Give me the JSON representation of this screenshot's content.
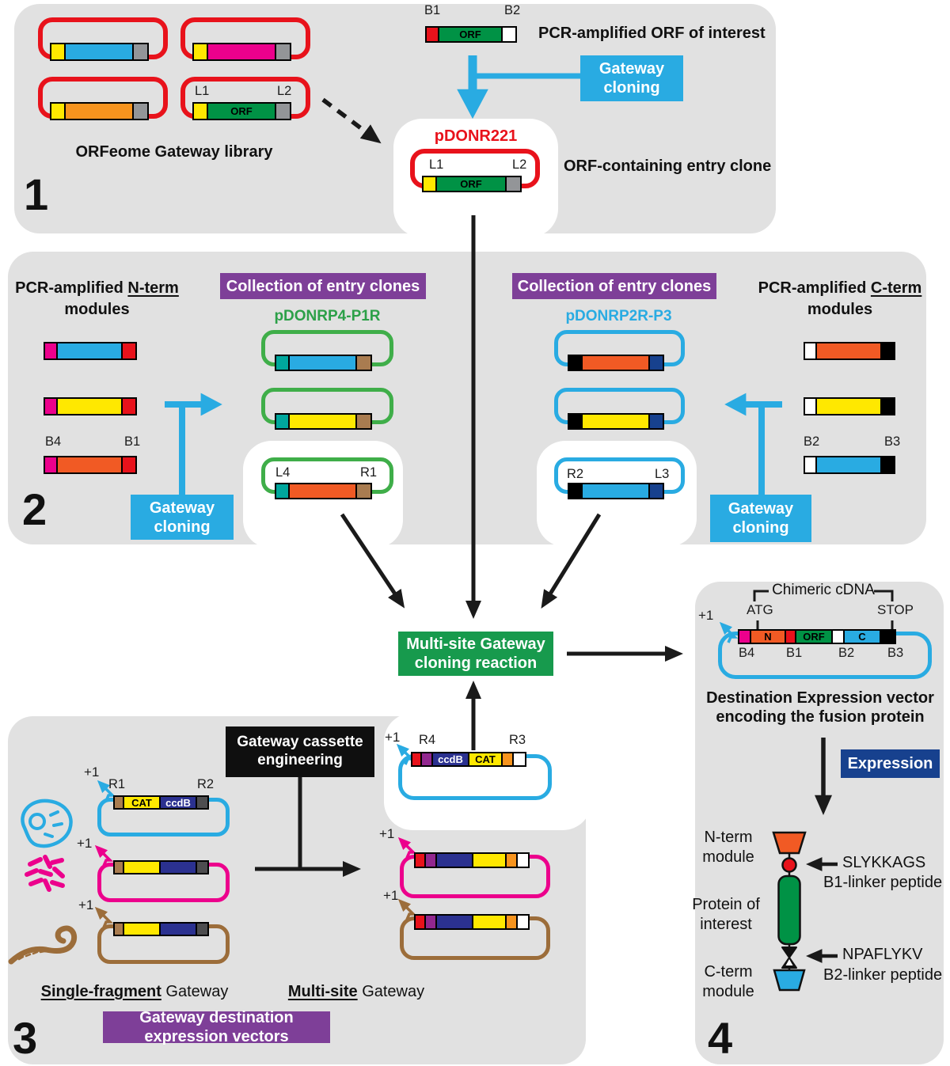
{
  "colors": {
    "panel": "#e1e1e1",
    "white": "#ffffff",
    "black": "#000000",
    "red": "#e8121b",
    "yellow": "#ffe800",
    "blue": "#29abe2",
    "magenta": "#ec008c",
    "orange": "#f7941e",
    "orangered": "#f15a24",
    "green": "#009245",
    "greenloop": "#3fae49",
    "greentext": "#2ca048",
    "teal": "#00a79d",
    "brown": "#a97c50",
    "brownloop": "#9c6d3a",
    "navy": "#17418e",
    "ccdb": "#2b3190",
    "purple": "#7e3f98",
    "purpleblk": "#92278f",
    "graysite": "#939598",
    "darkgray": "#4d4d4f",
    "greenbox": "#179a4d",
    "navybox": "#17418e",
    "bluebox": "#29abe2",
    "blackbox": "#0f0f0f"
  },
  "shared": {
    "plus_one": "+1",
    "gateway_cloning": "Gateway cloning"
  },
  "s1": {
    "number": "1",
    "library_label": "ORFeome Gateway library",
    "sites": {
      "l1": "L1",
      "l2": "L2"
    },
    "pcr": {
      "b1": "B1",
      "b2": "B2",
      "label": "PCR-amplified ORF of interest"
    },
    "entry": {
      "name": "pDONR221",
      "l1": "L1",
      "l2": "L2",
      "label": "ORF-containing entry clone"
    }
  },
  "s2": {
    "number": "2",
    "nterm": {
      "prefix": "PCR-amplified ",
      "term": "N-term",
      "line2": "modules",
      "b4": "B4",
      "b1": "B1"
    },
    "cterm": {
      "prefix": "PCR-amplified ",
      "term": "C-term",
      "line2": "modules",
      "b2": "B2",
      "b3": "B3"
    },
    "left_collection": {
      "title": "Collection of entry clones",
      "vector": "pDONRP4-P1R",
      "l4": "L4",
      "r1": "R1"
    },
    "right_collection": {
      "title": "Collection of entry clones",
      "vector": "pDONRP2R-P3",
      "r2": "R2",
      "l3": "L3"
    }
  },
  "mid": {
    "reaction": "Multi-site Gateway cloning reaction"
  },
  "s3": {
    "number": "3",
    "engineering": "Gateway cassette engineering",
    "r4": "R4",
    "r3": "R3",
    "r1": "R1",
    "r2": "R2",
    "single_u": "Single-fragment",
    "single_rest": " Gateway",
    "multi_u": "Multi-site",
    "multi_rest": " Gateway",
    "footer": "Gateway destination expression vectors"
  },
  "s4": {
    "number": "4",
    "chimeric": "Chimeric cDNA",
    "atg": "ATG",
    "stop": "STOP",
    "b4": "B4",
    "b1": "B1",
    "b2": "B2",
    "b3": "B3",
    "dest_line1": "Destination Expression vector",
    "dest_line2": "encoding the fusion protein",
    "expression": "Expression",
    "nterm_label": "N-term module",
    "protein_label": "Protein of interest",
    "cterm_label": "C-term module",
    "linker1_seq": "SLYKKAGS",
    "linker1_name": "B1-linker peptide",
    "linker2_seq": "NPAFLYKV",
    "linker2_name": "B2-linker peptide"
  },
  "bars": {
    "lib_blue": [
      {
        "w": 18,
        "c": "yellow"
      },
      {
        "w": 86,
        "c": "blue"
      },
      {
        "w": 17,
        "c": "graysite"
      }
    ],
    "lib_magenta": [
      {
        "w": 18,
        "c": "yellow"
      },
      {
        "w": 86,
        "c": "magenta"
      },
      {
        "w": 17,
        "c": "graysite"
      }
    ],
    "lib_orange": [
      {
        "w": 18,
        "c": "yellow"
      },
      {
        "w": 86,
        "c": "orange"
      },
      {
        "w": 17,
        "c": "graysite"
      }
    ],
    "lib_orf": [
      {
        "w": 18,
        "c": "yellow"
      },
      {
        "w": 86,
        "c": "green",
        "t": "ORF"
      },
      {
        "w": 17,
        "c": "graysite"
      }
    ],
    "pcr_orf": [
      {
        "w": 16,
        "c": "red"
      },
      {
        "w": 80,
        "c": "green",
        "t": "ORF"
      },
      {
        "w": 16,
        "c": "white"
      }
    ],
    "pdonr_orf": [
      {
        "w": 17,
        "c": "yellow"
      },
      {
        "w": 88,
        "c": "green",
        "t": "ORF"
      },
      {
        "w": 17,
        "c": "graysite"
      }
    ],
    "nterm_blue": [
      {
        "w": 16,
        "c": "magenta"
      },
      {
        "w": 82,
        "c": "blue"
      },
      {
        "w": 16,
        "c": "red"
      }
    ],
    "nterm_yellow": [
      {
        "w": 16,
        "c": "magenta"
      },
      {
        "w": 82,
        "c": "yellow"
      },
      {
        "w": 16,
        "c": "red"
      }
    ],
    "nterm_orange": [
      {
        "w": 16,
        "c": "magenta"
      },
      {
        "w": 82,
        "c": "orangered"
      },
      {
        "w": 16,
        "c": "red"
      }
    ],
    "p4_blue": [
      {
        "w": 17,
        "c": "teal"
      },
      {
        "w": 85,
        "c": "blue"
      },
      {
        "w": 17,
        "c": "brown"
      }
    ],
    "p4_yellow": [
      {
        "w": 17,
        "c": "teal"
      },
      {
        "w": 85,
        "c": "yellow"
      },
      {
        "w": 17,
        "c": "brown"
      }
    ],
    "p4_orange": [
      {
        "w": 17,
        "c": "teal"
      },
      {
        "w": 85,
        "c": "orangered"
      },
      {
        "w": 17,
        "c": "brown"
      }
    ],
    "p2_orange": [
      {
        "w": 17,
        "c": "black"
      },
      {
        "w": 85,
        "c": "orangered"
      },
      {
        "w": 16,
        "c": "navy"
      }
    ],
    "p2_yellow": [
      {
        "w": 17,
        "c": "black"
      },
      {
        "w": 85,
        "c": "yellow"
      },
      {
        "w": 16,
        "c": "navy"
      }
    ],
    "p2_blue": [
      {
        "w": 17,
        "c": "black"
      },
      {
        "w": 85,
        "c": "blue"
      },
      {
        "w": 16,
        "c": "navy"
      }
    ],
    "cterm_orange": [
      {
        "w": 15,
        "c": "white"
      },
      {
        "w": 82,
        "c": "orangered"
      },
      {
        "w": 15,
        "c": "black"
      }
    ],
    "cterm_yellow": [
      {
        "w": 15,
        "c": "white"
      },
      {
        "w": 82,
        "c": "yellow"
      },
      {
        "w": 15,
        "c": "black"
      }
    ],
    "cterm_blue": [
      {
        "w": 15,
        "c": "white"
      },
      {
        "w": 82,
        "c": "blue"
      },
      {
        "w": 15,
        "c": "black"
      }
    ],
    "r4r3": [
      {
        "w": 12,
        "c": "red"
      },
      {
        "w": 14,
        "c": "purpleblk"
      },
      {
        "w": 46,
        "c": "ccdb",
        "t": "ccdB",
        "tc": "#ffffff"
      },
      {
        "w": 42,
        "c": "yellow",
        "t": "CAT"
      },
      {
        "w": 14,
        "c": "orange"
      },
      {
        "w": 14,
        "c": "white"
      }
    ],
    "single_cat": [
      {
        "w": 12,
        "c": "brown"
      },
      {
        "w": 46,
        "c": "yellow",
        "t": "CAT"
      },
      {
        "w": 46,
        "c": "ccdb",
        "t": "ccdB",
        "tc": "#ffffff"
      },
      {
        "w": 13,
        "c": "darkgray"
      }
    ],
    "single_plain": [
      {
        "w": 12,
        "c": "brown"
      },
      {
        "w": 46,
        "c": "yellow"
      },
      {
        "w": 46,
        "c": "ccdb"
      },
      {
        "w": 13,
        "c": "darkgray"
      }
    ],
    "multi": [
      {
        "w": 13,
        "c": "red"
      },
      {
        "w": 14,
        "c": "purpleblk"
      },
      {
        "w": 46,
        "c": "ccdb"
      },
      {
        "w": 42,
        "c": "yellow"
      },
      {
        "w": 14,
        "c": "orange"
      },
      {
        "w": 13,
        "c": "white"
      }
    ],
    "dest": [
      {
        "w": 15,
        "c": "magenta"
      },
      {
        "w": 44,
        "c": "orangered",
        "t": "N"
      },
      {
        "w": 13,
        "c": "red"
      },
      {
        "w": 46,
        "c": "green",
        "t": "ORF"
      },
      {
        "w": 15,
        "c": "white"
      },
      {
        "w": 46,
        "c": "blue",
        "t": "C"
      },
      {
        "w": 17,
        "c": "black"
      }
    ]
  }
}
